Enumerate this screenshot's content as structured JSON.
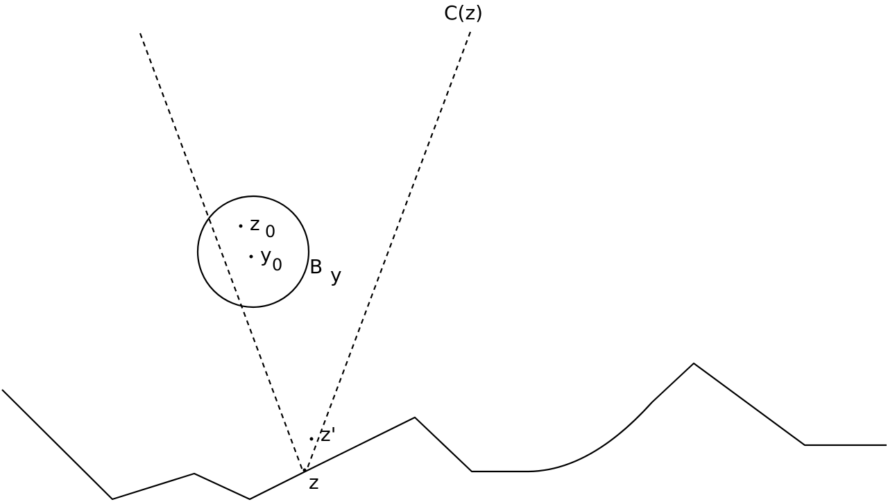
{
  "labels": {
    "cone": "C(z)",
    "z0_main": "z",
    "z0_sub": "0",
    "y0_main": "y",
    "y0_sub": "0",
    "ball_main": "B",
    "ball_sub": "y",
    "z_prime": "z'",
    "z": "z"
  },
  "colors": {
    "stroke": "#000000",
    "background": "#ffffff"
  }
}
